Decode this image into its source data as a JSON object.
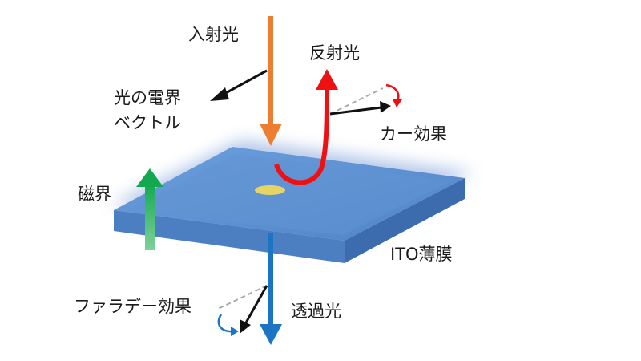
{
  "labels": {
    "incident_light": "入射光",
    "reflected_light": "反射光",
    "e_field_line1": "光の電界",
    "e_field_line2": "ベクトル",
    "kerr_effect": "カー効果",
    "magnetic_field": "磁界",
    "ito_film": "ITO薄膜",
    "faraday_effect": "ファラデー効果",
    "transmitted_light": "透過光"
  },
  "colors": {
    "incident": "#ed7d31",
    "reflected": "#ee1111",
    "transmitted": "#1c75c4",
    "magnetic": "#11a850",
    "plate_top": "#5b8ed0",
    "plate_front": "#4e80c1",
    "plate_side": "#3f6eb0",
    "spot": "#e8d86a",
    "vector": "#111111",
    "rotation_reference": "#aaaaaa"
  },
  "icons": {
    "rotation_arrow": "curved-arrow-icon",
    "field_vector": "arrow-icon"
  }
}
